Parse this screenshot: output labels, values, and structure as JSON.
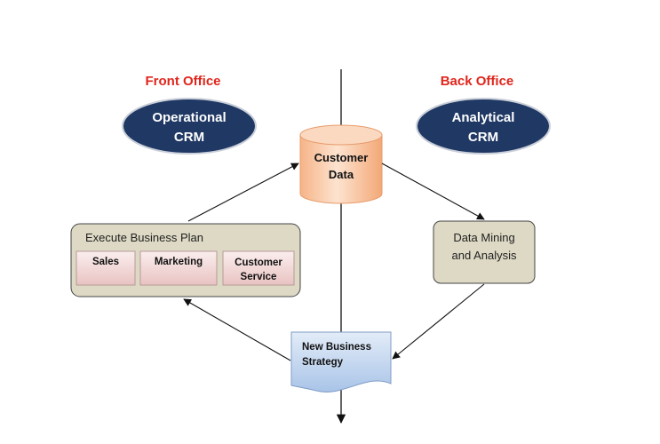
{
  "front_office": {
    "title": "Front Office",
    "ellipse_line1": "Operational",
    "ellipse_line2": "CRM"
  },
  "back_office": {
    "title": "Back Office",
    "ellipse_line1": "Analytical",
    "ellipse_line2": "CRM"
  },
  "customer_data": {
    "line1": "Customer",
    "line2": "Data"
  },
  "execute_plan": {
    "title": "Execute Business Plan",
    "sales": "Sales",
    "marketing": "Marketing",
    "customer_service_line1": "Customer",
    "customer_service_line2": "Service"
  },
  "data_mining": {
    "line1": "Data Mining",
    "line2": "and Analysis"
  },
  "new_strategy": {
    "line1": "New Business",
    "line2": "Strategy"
  },
  "colors": {
    "office_title": "#e0251b",
    "ellipse_fill": "#1f3864",
    "cylinder_fill": "#f8c9a3",
    "panel_fill": "#ddd9c4",
    "subbox_fill": "#f2dcdb",
    "document_fill": "#c6d9f1"
  }
}
